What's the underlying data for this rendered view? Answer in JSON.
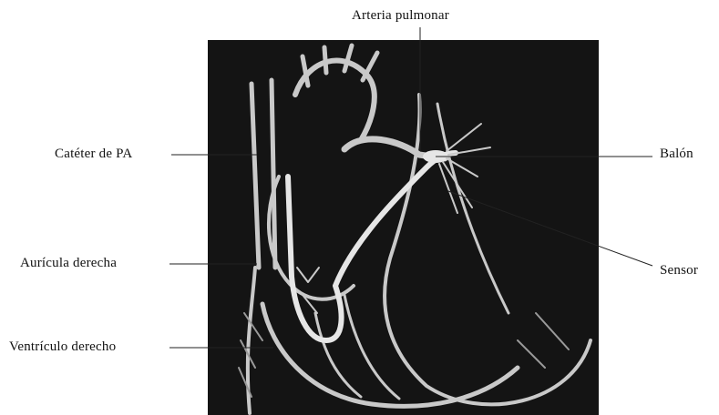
{
  "figure": {
    "labels": {
      "artery": "Arteria pulmonar",
      "pa_catheter": "Catéter de PA",
      "right_atrium": "Aurícula derecha",
      "right_ventricle": "Ventrículo derecho",
      "balloon": "Balón",
      "sensor": "Sensor"
    }
  },
  "colors": {
    "background": "#ffffff",
    "illustration_bg": "#141414",
    "structure": "#c9c9c9",
    "label_text": "#111111"
  }
}
